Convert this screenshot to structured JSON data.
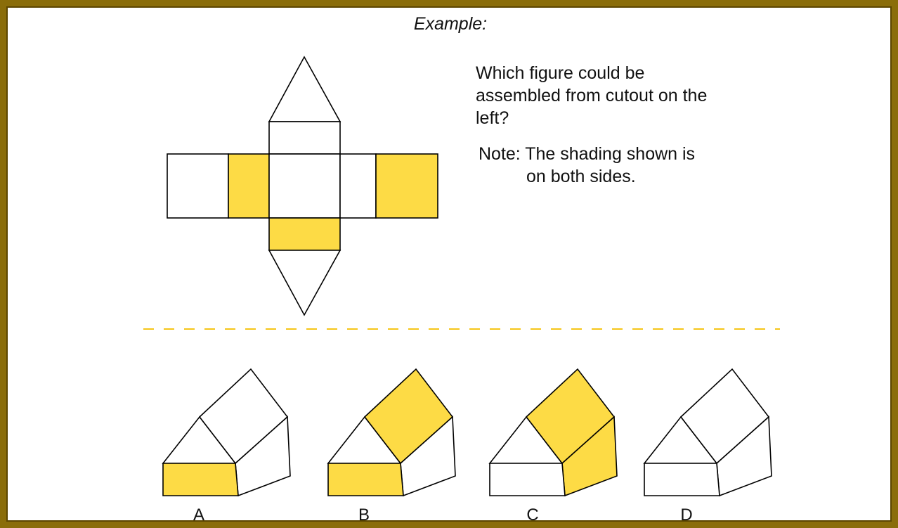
{
  "heading": "Example:",
  "question": [
    "Which figure could be",
    "assembled from cutout on the",
    "left?"
  ],
  "note": [
    "Note: The shading shown is",
    "on both sides."
  ],
  "options": [
    {
      "label": "A",
      "shaded_faces": [
        "front"
      ]
    },
    {
      "label": "B",
      "shaded_faces": [
        "front",
        "roof"
      ]
    },
    {
      "label": "C",
      "shaded_faces": [
        "roof",
        "side"
      ]
    },
    {
      "label": "D",
      "shaded_faces": []
    }
  ],
  "colors": {
    "shade": "#fddb45",
    "frame": "#8a6d0a",
    "divider": "#f5c518"
  }
}
